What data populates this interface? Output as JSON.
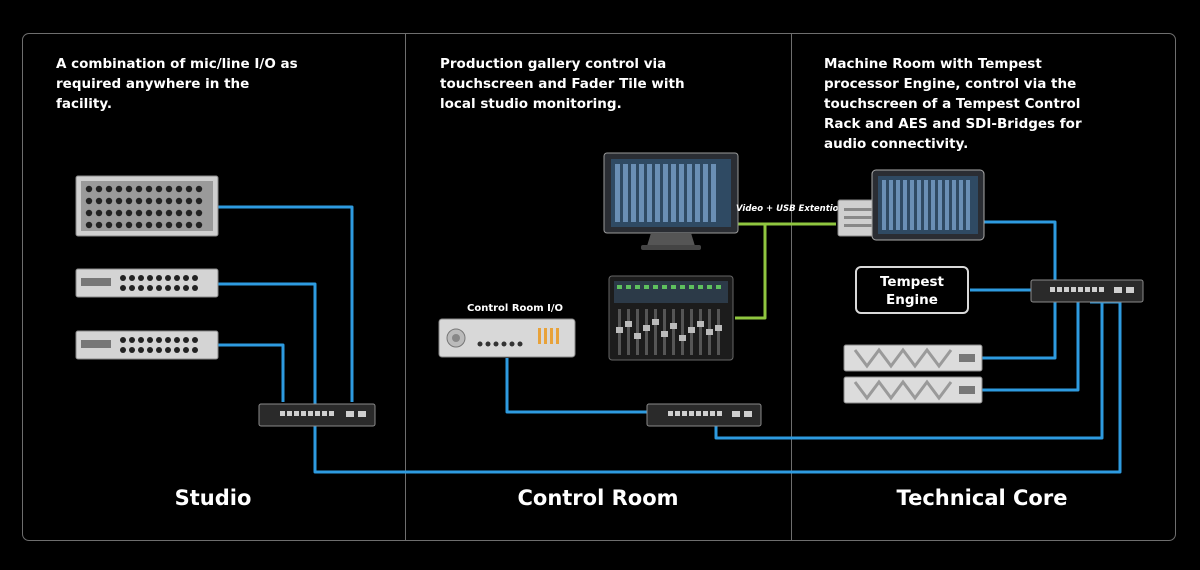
{
  "sections": [
    {
      "title": "Studio",
      "description": "A combination of mic/line I/O as required anywhere in the facility."
    },
    {
      "title": "Control Room",
      "description": "Production gallery control via touchscreen and Fader Tile with local studio monitoring."
    },
    {
      "title": "Technical Core",
      "description": "Machine Room with Tempest processor Engine, control via the touchscreen of a Tempest Control Rack and AES and SDI-Bridges for audio connectivity."
    }
  ],
  "labels": {
    "control_room_io": "Control Room I/O",
    "video_usb": "Video + USB Extention",
    "tempest_engine_line1": "Tempest",
    "tempest_engine_line2": "Engine"
  },
  "colors": {
    "network_link": "#2e9be0",
    "video_usb_link": "#8fc63f",
    "frame": "#6e6e6e",
    "background": "#000000"
  }
}
